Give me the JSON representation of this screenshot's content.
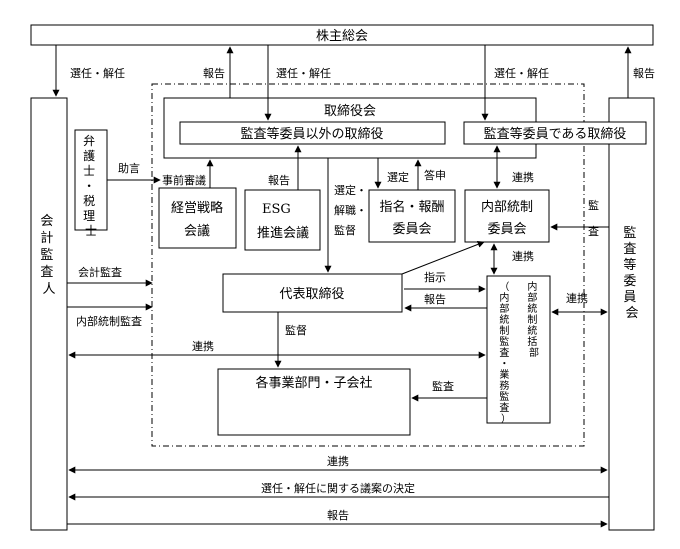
{
  "boxes": {
    "shareholders": "株主総会",
    "board": "取締役会",
    "non_audit_directors": "監査等委員以外の取締役",
    "audit_directors": "監査等委員である取締役",
    "lawyer_tax": "弁護士・税理士",
    "mgmt_strategy": [
      "経営戦略",
      "会議"
    ],
    "esg": [
      "ESG",
      "推進会議"
    ],
    "nomination": [
      "指名・報酬",
      "委員会"
    ],
    "internal_control_committee": [
      "内部統制",
      "委員会"
    ],
    "representative": "代表取締役",
    "business_units": "各事業部門・子会社",
    "internal_audit_dept": [
      "内部統制統括部",
      "（内部統制監査・業務監査）"
    ],
    "accounting_auditor": "会計監査人",
    "audit_committee": "監査等委員会"
  },
  "labels": {
    "appoint_dismiss": "選任・解任",
    "report": "報告",
    "advice": "助言",
    "prior_deliberation": "事前審議",
    "select_dismiss_supervise": [
      "選定・",
      "解職・",
      "監督"
    ],
    "select": "選定",
    "response": "答申",
    "cooperation": "連携",
    "audit": "監査",
    "accounting_audit": "会計監査",
    "ic_audit": "内部統制監査",
    "instruction": "指示",
    "supervision": "監督",
    "decision": "選任・解任に関する議案の決定"
  }
}
